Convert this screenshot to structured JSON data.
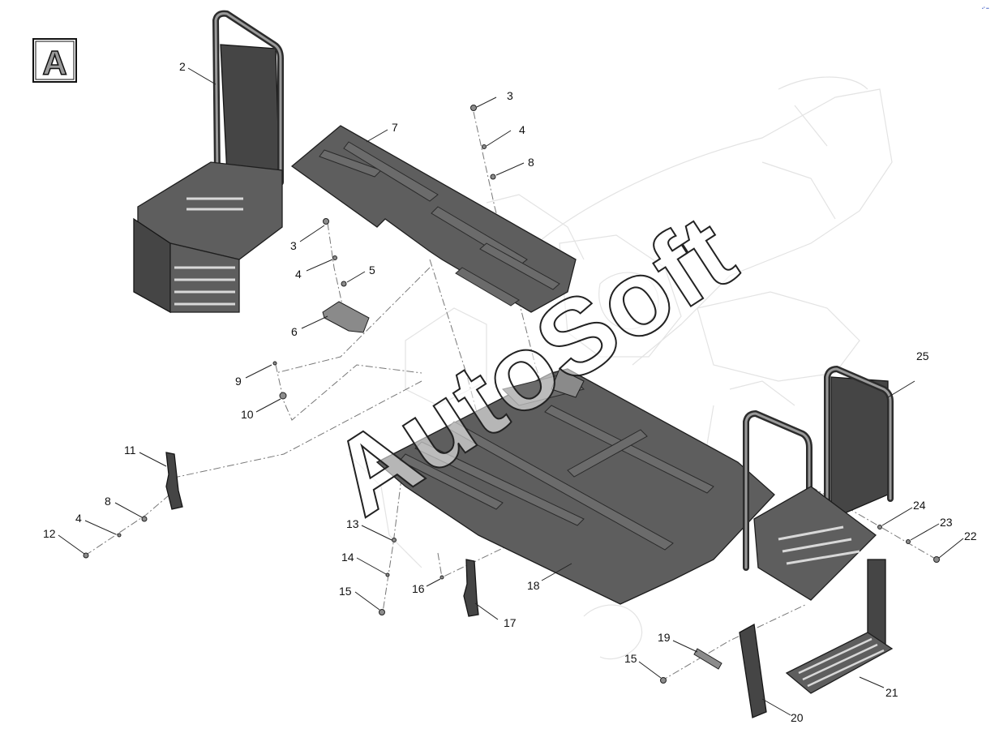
{
  "view_letter": "A",
  "watermark": "AutoSoft",
  "corner_mark": "•° ••",
  "callouts": [
    {
      "id": "c2a",
      "text": "2"
    },
    {
      "id": "c3a",
      "text": "3"
    },
    {
      "id": "c4a",
      "text": "4"
    },
    {
      "id": "c8a",
      "text": "8"
    },
    {
      "id": "c7",
      "text": "7"
    },
    {
      "id": "c3b",
      "text": "3"
    },
    {
      "id": "c4b",
      "text": "4"
    },
    {
      "id": "c5",
      "text": "5"
    },
    {
      "id": "c6",
      "text": "6"
    },
    {
      "id": "c9",
      "text": "9"
    },
    {
      "id": "c10",
      "text": "10"
    },
    {
      "id": "c11",
      "text": "11"
    },
    {
      "id": "c8b",
      "text": "8"
    },
    {
      "id": "c4c",
      "text": "4"
    },
    {
      "id": "c12",
      "text": "12"
    },
    {
      "id": "c13",
      "text": "13"
    },
    {
      "id": "c14",
      "text": "14"
    },
    {
      "id": "c15a",
      "text": "15"
    },
    {
      "id": "c16",
      "text": "16"
    },
    {
      "id": "c17",
      "text": "17"
    },
    {
      "id": "c18",
      "text": "18"
    },
    {
      "id": "c25",
      "text": "25"
    },
    {
      "id": "c24",
      "text": "24"
    },
    {
      "id": "c23",
      "text": "23"
    },
    {
      "id": "c22",
      "text": "22"
    },
    {
      "id": "c19",
      "text": "19"
    },
    {
      "id": "c15b",
      "text": "15"
    },
    {
      "id": "c21",
      "text": "21"
    },
    {
      "id": "c20",
      "text": "20"
    }
  ]
}
